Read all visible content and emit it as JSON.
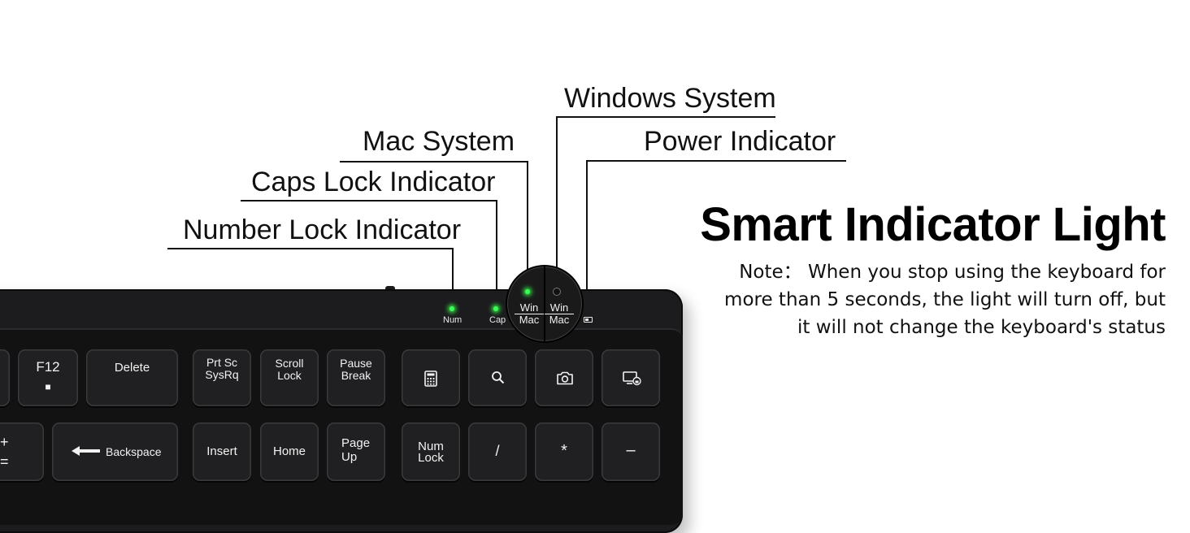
{
  "callouts": {
    "windows_system": "Windows System",
    "mac_system": "Mac System",
    "power_indicator": "Power Indicator",
    "caps_lock_indicator": "Caps Lock Indicator",
    "number_lock_indicator": "Number Lock Indicator"
  },
  "headline": "Smart Indicator Light",
  "note": {
    "line1": "Note：  When you stop using the keyboard for",
    "line2": "more than 5 seconds, the light will turn off, but",
    "line3": "it will not change the keyboard's status"
  },
  "indicators": {
    "num_label": "Num",
    "cap_label": "Cap",
    "win_label": "Win",
    "mac_label": "Mac",
    "led_color": "#3cff5a"
  },
  "keys": {
    "f12": "F12",
    "f12_sub": "■",
    "delete": "Delete",
    "prtsc_top": "Prt Sc",
    "prtsc_bottom": "SysRq",
    "scroll_top": "Scroll",
    "scroll_bottom": "Lock",
    "pause_top": "Pause",
    "pause_bottom": "Break",
    "plus": "+",
    "equals": "=",
    "backspace": "Backspace",
    "insert": "Insert",
    "home": "Home",
    "pageup_top": "Page",
    "pageup_bottom": "Up",
    "numlock_top": "Num",
    "numlock_bottom": "Lock",
    "slash": "/",
    "asterisk": "*",
    "minus": "–"
  },
  "icons": [
    "calculator-icon",
    "search-icon",
    "camera-icon",
    "screen-lock-icon",
    "backspace-arrow-icon"
  ],
  "colors": {
    "keyboard": "#1c1c1e",
    "key": "#202022",
    "text": "#111111"
  }
}
